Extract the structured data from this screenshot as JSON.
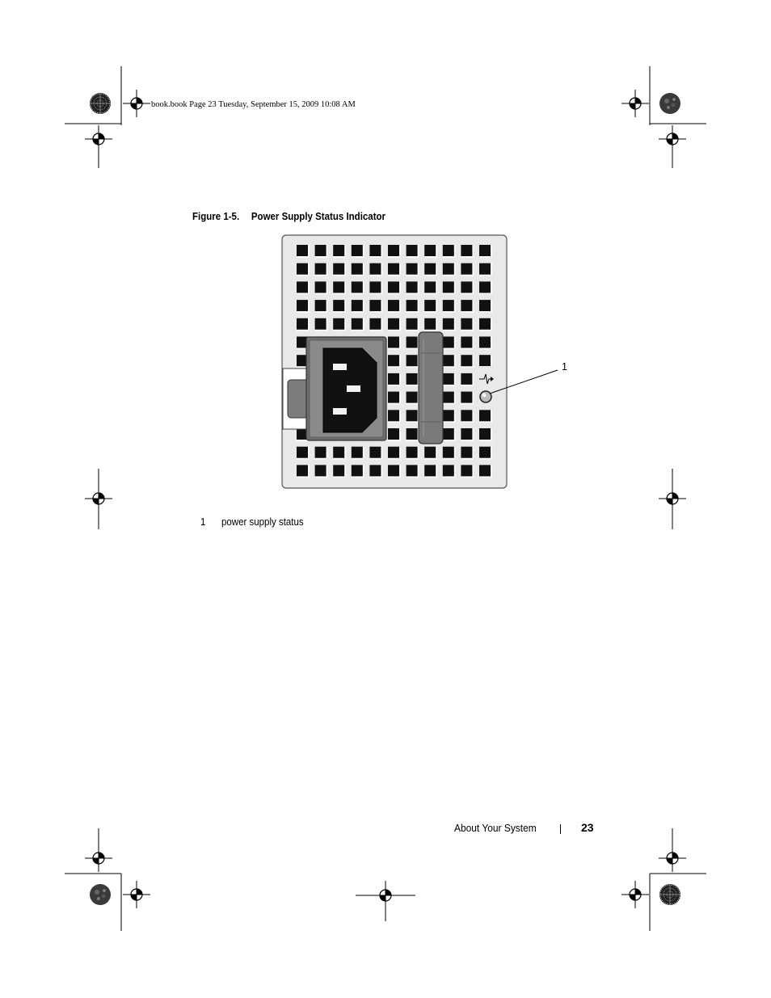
{
  "header": {
    "running_text": "book.book  Page 23  Tuesday, September 15, 2009  10:08 AM"
  },
  "figure": {
    "label": "Figure 1-5.",
    "title": "Power Supply Status Indicator",
    "callout_number": "1"
  },
  "legend": {
    "items": [
      {
        "number": "1",
        "text": "power supply status"
      }
    ]
  },
  "footer": {
    "section": "About Your System",
    "page_number": "23"
  },
  "icons": [
    "registration-mark-icon",
    "starburst-target-icon",
    "ac-power-socket-icon",
    "power-status-led-icon",
    "power-waveform-icon"
  ]
}
